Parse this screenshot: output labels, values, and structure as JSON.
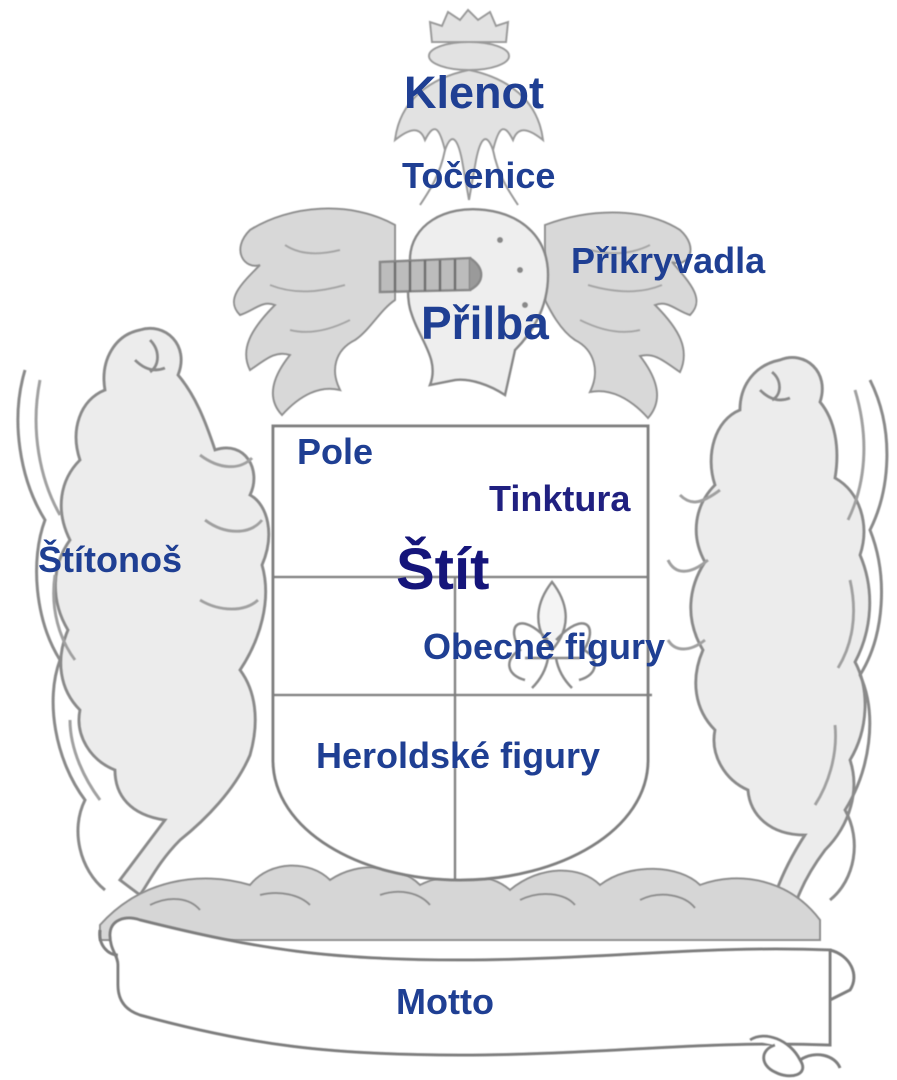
{
  "labels": {
    "klenot": "Klenot",
    "tocenice": "Točenice",
    "prikryvadla": "Přikryvadla",
    "prilba": "Přilba",
    "pole": "Pole",
    "tinktura": "Tinktura",
    "stitonos": "Štítonoš",
    "stit": "Štít",
    "obecne_figury": "Obecné figury",
    "heroldske_figury": "Heroldské figury",
    "motto": "Motto"
  },
  "colors": {
    "label_primary": "#1f3f93",
    "label_secondary": "#202080",
    "label_emphasis": "#15157a",
    "artwork_line": "#8a8a8a",
    "artwork_fill": "#d9d9d9"
  },
  "icons": [
    "helmet-icon",
    "crest-eagle-icon",
    "mantling-icon",
    "lion-supporter-icon",
    "fleur-de-lis-icon",
    "motto-scroll-icon",
    "shield-icon"
  ]
}
